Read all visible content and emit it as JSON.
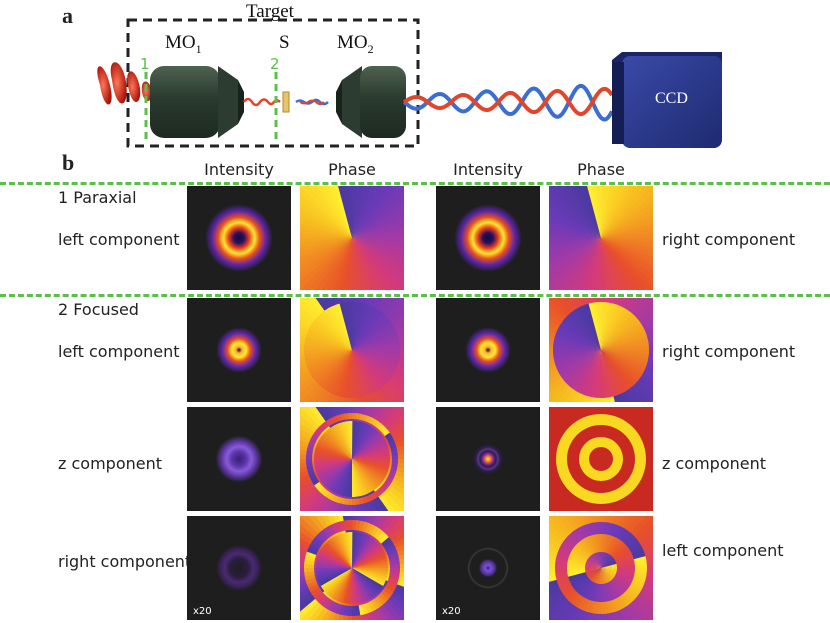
{
  "panel_a": {
    "letter": "a",
    "target_label": "Target",
    "mo1": "MO",
    "mo1_sub": "1",
    "sample": "S",
    "mo2": "MO",
    "mo2_sub": "2",
    "plane1": "1",
    "plane2": "2",
    "ccd": "CCD"
  },
  "panel_b": {
    "letter": "b",
    "headers": [
      "Intensity",
      "Phase",
      "Intensity",
      "Phase"
    ],
    "section1": "1 Paraxial",
    "section2": "2 Focused",
    "rows": [
      {
        "left": "left component",
        "right": "right component",
        "left_mult": "",
        "right_mult": ""
      },
      {
        "left": "left component",
        "right": "right component",
        "left_mult": "",
        "right_mult": ""
      },
      {
        "left": "z component",
        "right": "z component",
        "left_mult": "",
        "right_mult": ""
      },
      {
        "left": "right component",
        "right": "left component",
        "left_mult": "x20",
        "right_mult": "x20"
      }
    ]
  },
  "colors": {
    "accent_green": "#5cbf4c",
    "ccd_blue": "#2b3a8f",
    "wave_red": "#e2452b",
    "wave_blue": "#3a6fd1"
  }
}
